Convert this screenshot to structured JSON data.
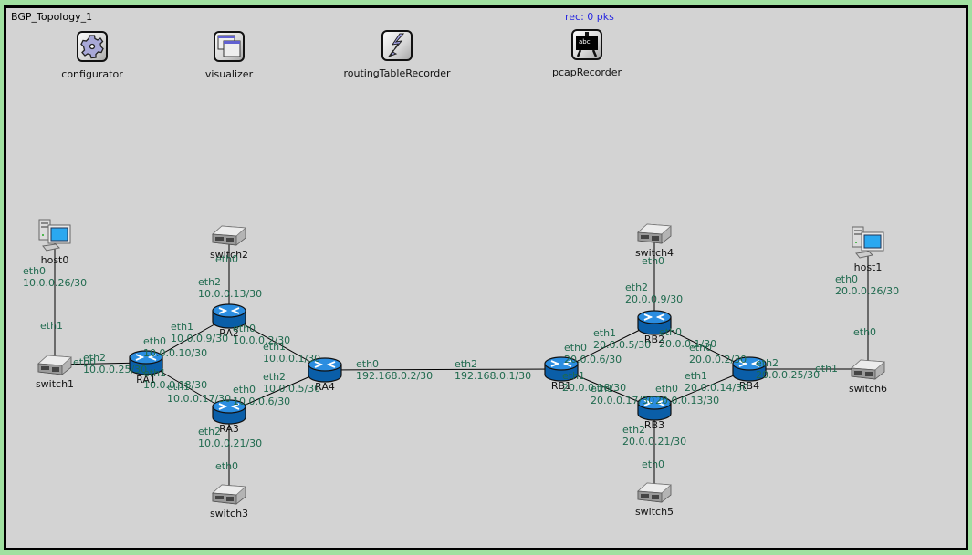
{
  "network": {
    "title": "BGP_Topology_1",
    "status_text": "rec: 0 pks"
  },
  "modules": [
    {
      "id": "configurator",
      "label": "configurator",
      "icon": "gear-icon"
    },
    {
      "id": "visualizer",
      "label": "visualizer",
      "icon": "windows-icon"
    },
    {
      "id": "routingTableRecorder",
      "label": "routingTableRecorder",
      "icon": "lightning-icon"
    },
    {
      "id": "pcapRecorder",
      "label": "pcapRecorder",
      "icon": "blackboard-icon",
      "icon_text": "abc"
    }
  ],
  "nodes": {
    "host0": {
      "label": "host0",
      "type": "host"
    },
    "host1": {
      "label": "host1",
      "type": "host"
    },
    "switch1": {
      "label": "switch1",
      "type": "switch"
    },
    "switch2": {
      "label": "switch2",
      "type": "switch"
    },
    "switch3": {
      "label": "switch3",
      "type": "switch"
    },
    "switch4": {
      "label": "switch4",
      "type": "switch"
    },
    "switch5": {
      "label": "switch5",
      "type": "switch"
    },
    "switch6": {
      "label": "switch6",
      "type": "switch"
    },
    "RA1": {
      "label": "RA1",
      "type": "router"
    },
    "RA2": {
      "label": "RA2",
      "type": "router"
    },
    "RA3": {
      "label": "RA3",
      "type": "router"
    },
    "RA4": {
      "label": "RA4",
      "type": "router"
    },
    "RB1": {
      "label": "RB1",
      "type": "router"
    },
    "RB2": {
      "label": "RB2",
      "type": "router"
    },
    "RB3": {
      "label": "RB3",
      "type": "router"
    },
    "RB4": {
      "label": "RB4",
      "type": "router"
    }
  },
  "interfaces": {
    "host0_eth0": {
      "name": "eth0",
      "addr": "10.0.0.26/30"
    },
    "switch1_eth1": {
      "name": "eth1",
      "addr": ""
    },
    "switch1_eth0": {
      "name": "eth0",
      "addr": ""
    },
    "RA1_eth2": {
      "name": "eth2",
      "addr": "10.0.0.25/30"
    },
    "RA1_eth0": {
      "name": "eth0",
      "addr": "10.0.0.10/30"
    },
    "RA1_eth1": {
      "name": "eth1",
      "addr": "10.0.0.18/30"
    },
    "switch2_eth0": {
      "name": "eth0",
      "addr": ""
    },
    "RA2_eth2": {
      "name": "eth2",
      "addr": "10.0.0.13/30"
    },
    "RA2_eth1": {
      "name": "eth1",
      "addr": "10.0.0.9/30"
    },
    "RA2_eth0": {
      "name": "eth0",
      "addr": "10.0.0.2/30"
    },
    "RA4_eth1": {
      "name": "eth1",
      "addr": "10.0.0.1/30"
    },
    "RA4_eth2": {
      "name": "eth2",
      "addr": "10.0.0.5/30"
    },
    "RA4_eth0": {
      "name": "eth0",
      "addr": "192.168.0.2/30"
    },
    "RA3_eth1": {
      "name": "eth1",
      "addr": "10.0.0.17/30"
    },
    "RA3_eth0": {
      "name": "eth0",
      "addr": "10.0.0.6/30"
    },
    "RA3_eth2": {
      "name": "eth2",
      "addr": "10.0.0.21/30"
    },
    "switch3_eth0": {
      "name": "eth0",
      "addr": ""
    },
    "RB1_eth2": {
      "name": "eth2",
      "addr": "192.168.0.1/30"
    },
    "RB1_eth0": {
      "name": "eth0",
      "addr": "20.0.0.6/30"
    },
    "RB1_eth1": {
      "name": "eth1",
      "addr": "20.0.0.18/30"
    },
    "switch4_eth0": {
      "name": "eth0",
      "addr": ""
    },
    "RB2_eth2": {
      "name": "eth2",
      "addr": "20.0.0.9/30"
    },
    "RB2_eth1": {
      "name": "eth1",
      "addr": "20.0.0.5/30"
    },
    "RB2_eth0": {
      "name": "eth0",
      "addr": "20.0.0.1/30"
    },
    "RB4_eth0": {
      "name": "eth0",
      "addr": "20.0.0.2/30"
    },
    "RB4_eth1": {
      "name": "eth1",
      "addr": "20.0.0.14/30"
    },
    "RB4_eth2": {
      "name": "eth2",
      "addr": "20.0.0.25/30"
    },
    "RB3_eth1": {
      "name": "eth1",
      "addr": "20.0.0.17/30"
    },
    "RB3_eth0": {
      "name": "eth0",
      "addr": "20.0.0.13/30"
    },
    "RB3_eth2": {
      "name": "eth2",
      "addr": "20.0.0.21/30"
    },
    "switch5_eth0": {
      "name": "eth0",
      "addr": ""
    },
    "switch6_eth1": {
      "name": "eth1",
      "addr": ""
    },
    "switch6_eth0": {
      "name": "eth0",
      "addr": ""
    },
    "host1_eth0": {
      "name": "eth0",
      "addr": "20.0.0.26/30"
    }
  },
  "links": [
    [
      "host0",
      "switch1"
    ],
    [
      "switch1",
      "RA1"
    ],
    [
      "RA1",
      "RA2"
    ],
    [
      "RA1",
      "RA3"
    ],
    [
      "switch2",
      "RA2"
    ],
    [
      "RA2",
      "RA4"
    ],
    [
      "RA3",
      "RA4"
    ],
    [
      "RA3",
      "switch3"
    ],
    [
      "RA4",
      "RB1"
    ],
    [
      "RB1",
      "RB2"
    ],
    [
      "RB1",
      "RB3"
    ],
    [
      "switch4",
      "RB2"
    ],
    [
      "RB2",
      "RB4"
    ],
    [
      "RB3",
      "RB4"
    ],
    [
      "RB3",
      "switch5"
    ],
    [
      "RB4",
      "switch6"
    ],
    [
      "switch6",
      "host1"
    ]
  ]
}
